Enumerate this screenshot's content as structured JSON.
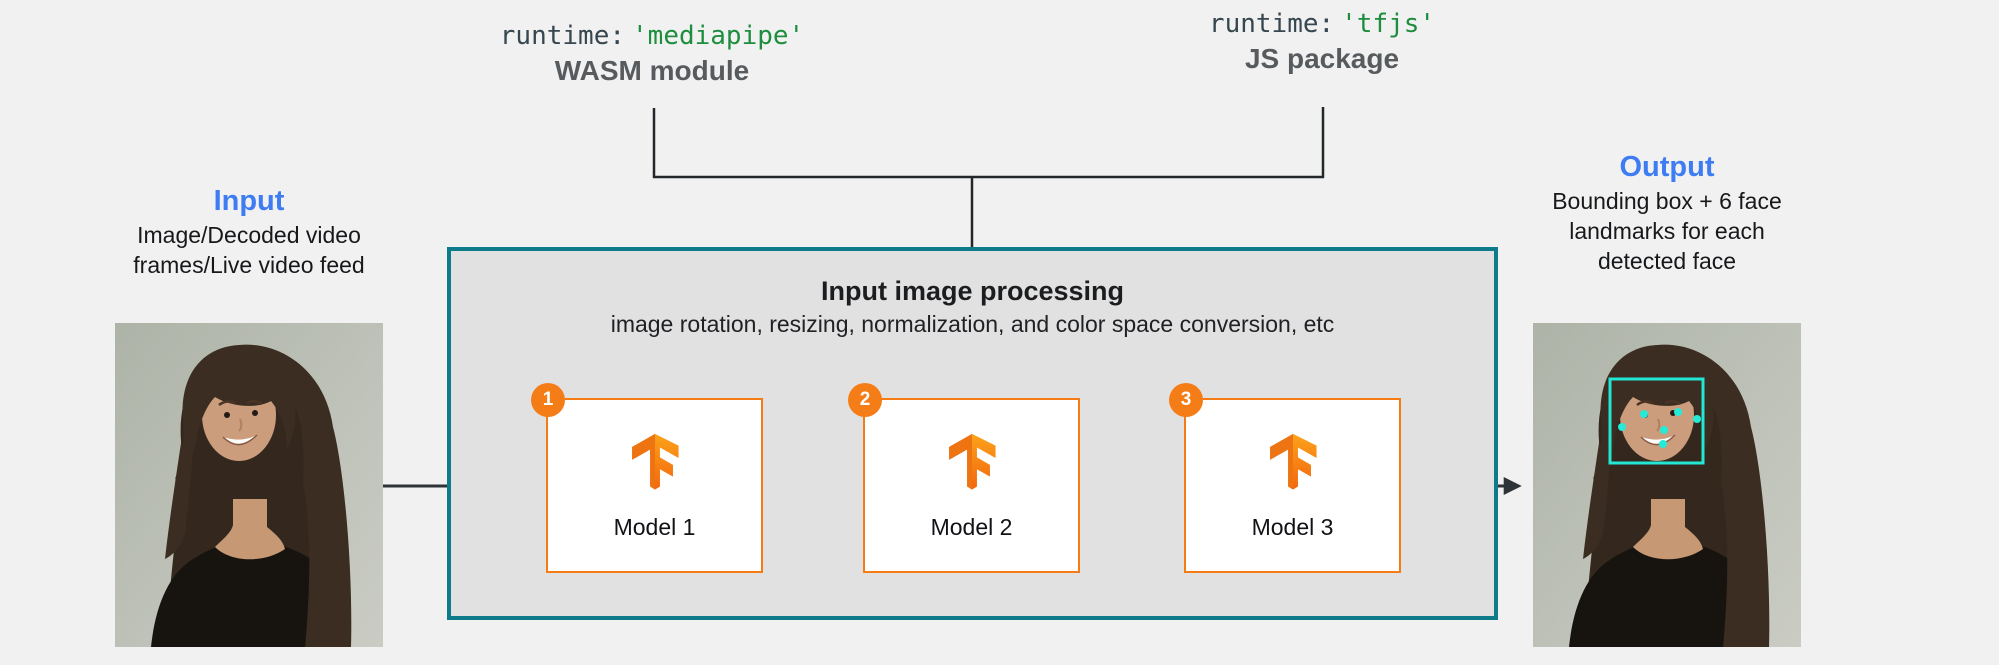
{
  "header": {
    "mediapipe": {
      "code_keyword": "runtime:",
      "code_value": "'mediapipe'",
      "label": "WASM module"
    },
    "tfjs": {
      "code_keyword": "runtime:",
      "code_value": "'tfjs'",
      "label": "JS package"
    }
  },
  "input": {
    "title": "Input",
    "lines": [
      "Image/Decoded video",
      "frames/Live video feed"
    ]
  },
  "output": {
    "title": "Output",
    "lines": [
      "Bounding box + 6 face",
      "landmarks for each",
      "detected face"
    ]
  },
  "processing": {
    "title": "Input image processing",
    "subtitle": "image rotation, resizing, normalization, and color space conversion, etc",
    "models": [
      {
        "badge": "1",
        "label": "Model 1"
      },
      {
        "badge": "2",
        "label": "Model 2"
      },
      {
        "badge": "3",
        "label": "Model 3"
      }
    ]
  },
  "icons": {
    "model_logo": "tensorflow-logo",
    "output_annotation": "face-bounding-box-with-6-landmarks"
  },
  "colors": {
    "page_bg": "#f1f1f2",
    "accent_blue": "#3d7cf2",
    "code_green": "#1e8e3e",
    "code_gray": "#37474f",
    "subtitle_gray": "#575b5e",
    "teal_border": "#0e7b8b",
    "processing_fill": "#e1e1e2",
    "orange": "#f57d17",
    "landmark_cyan": "#22e7d4",
    "line_dark": "#2e3338"
  }
}
